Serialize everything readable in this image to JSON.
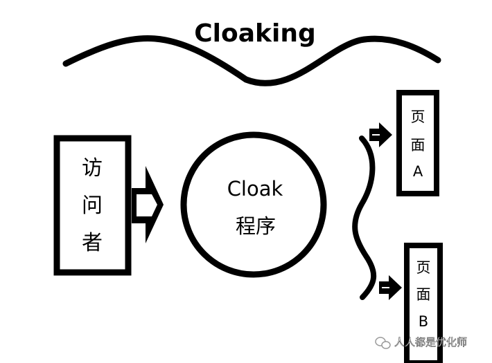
{
  "title": "Cloaking",
  "visitor": {
    "chars": [
      "访",
      "问",
      "者"
    ]
  },
  "program": {
    "line1": "Cloak",
    "line2": "程序"
  },
  "page_a": {
    "chars": [
      "页",
      "面",
      "A"
    ]
  },
  "page_b": {
    "chars": [
      "页",
      "面",
      "B"
    ]
  },
  "watermark": {
    "text": "人人都是优化师",
    "icon": "wechat-icon"
  },
  "colors": {
    "stroke": "#000000",
    "background": "#ffffff"
  }
}
